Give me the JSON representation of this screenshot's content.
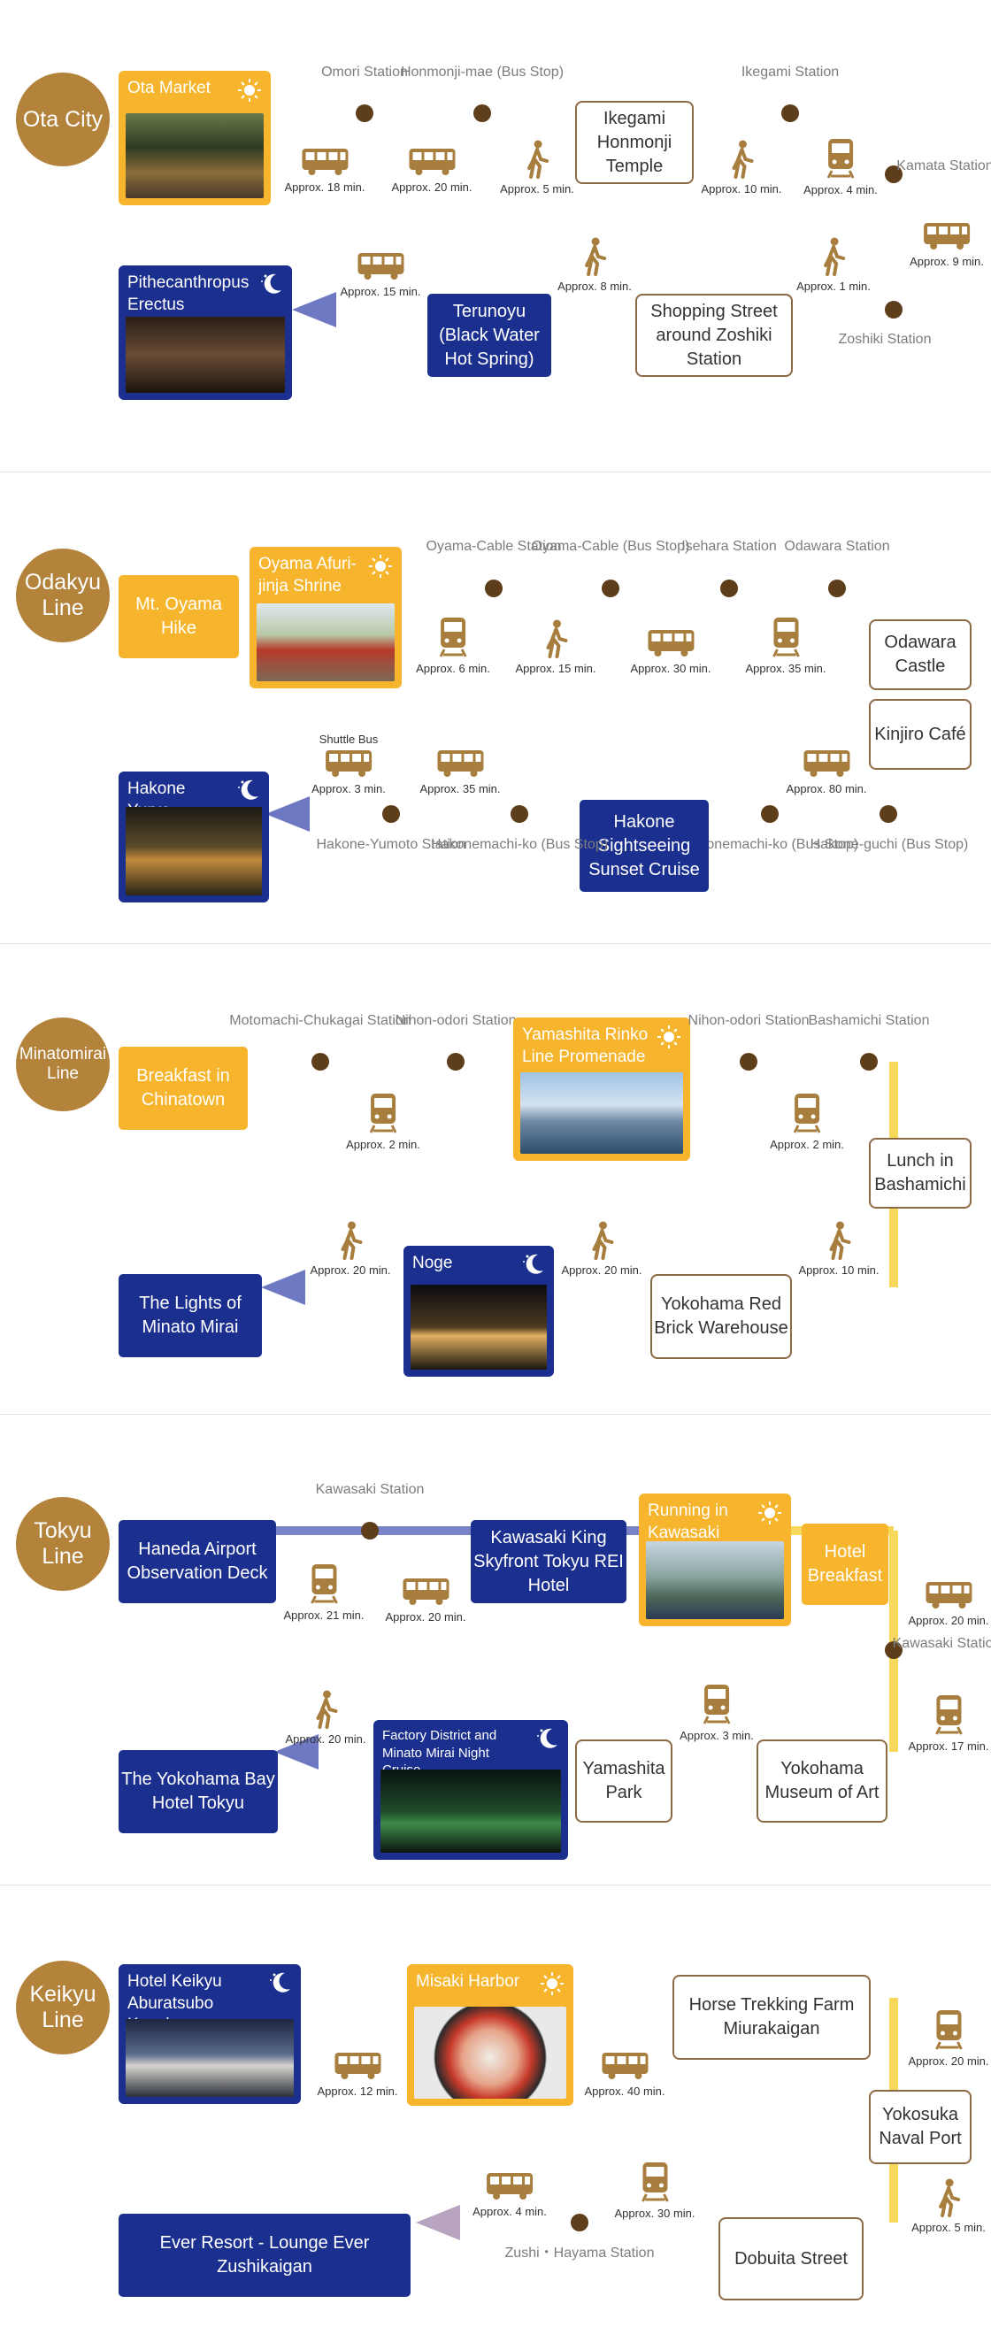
{
  "colors": {
    "navy": "#1b2f8e",
    "yellow": "#f6b52d",
    "brown": "#b3833c",
    "dot": "#5e3d1b",
    "route_yellow": "#f7d85a",
    "route_blue": "#7a83c6"
  },
  "ota": {
    "line": "Ota City",
    "spots": {
      "ota_market": "Ota Market",
      "ikegami": "Ikegami Honmonji Temple",
      "shopping": "Shopping Street around Zoshiki Station",
      "terunoyu": "Terunoyu (Black Water Hot Spring)",
      "pithe": "Pithecanthropus Erectus"
    },
    "stations": {
      "omori": "Omori Station",
      "honmonji": "Honmonji-mae (Bus Stop)",
      "ikegami_st": "Ikegami Station",
      "kamata": "Kamata Station",
      "zoshiki": "Zoshiki Station"
    },
    "times": {
      "t1": "Approx. 18 min.",
      "t2": "Approx. 20 min.",
      "t3": "Approx. 5 min.",
      "t4": "Approx. 10 min.",
      "t5": "Approx. 4 min.",
      "t6": "Approx. 9 min.",
      "t7": "Approx. 1 min.",
      "t8": "Approx. 8 min.",
      "t9": "Approx. 15 min."
    }
  },
  "odakyu": {
    "line": "Odakyu Line",
    "spots": {
      "hike": "Mt. Oyama Hike",
      "shrine": "Oyama Afuri-jinja Shrine",
      "castle": "Odawara Castle",
      "kinjiro": "Kinjiro Café",
      "cruise": "Hakone Sightseeing Sunset Cruise",
      "yuryo": "Hakone Yuryo"
    },
    "stations": {
      "cable_st": "Oyama-Cable Station",
      "cable_bus": "Oyama-Cable (Bus Stop)",
      "isehara": "Isehara Station",
      "odawara": "Odawara Station",
      "hakoneguchi": "Hakone-guchi (Bus Stop)",
      "hakonemachi2": "Hakonemachi-ko (Bus Stop)",
      "hakonemachi1": "Hakonemachi-ko (Bus Stop)",
      "yumoto": "Hakone-Yumoto Station"
    },
    "times": {
      "t1": "Approx. 6 min.",
      "t2": "Approx. 15 min.",
      "t3": "Approx. 30 min.",
      "t4": "Approx. 35 min.",
      "t5": "Approx. 80 min.",
      "t6": "Approx. 35 min.",
      "t7": "Approx. 3 min."
    },
    "shuttle": "Shuttle Bus"
  },
  "minatomirai": {
    "line": "Minatomirai Line",
    "spots": {
      "breakfast": "Breakfast in Chinatown",
      "rinko": "Yamashita Rinko Line Promenade",
      "lunch": "Lunch in Bashamichi",
      "redbrick": "Yokohama Red Brick Warehouse",
      "noge": "Noge",
      "lights": "The Lights of Minato Mirai"
    },
    "stations": {
      "motomachi": "Motomachi-Chukagai Station",
      "nihon1": "Nihon-odori Station",
      "nihon2": "Nihon-odori Station",
      "bashamichi": "Bashamichi Station"
    },
    "times": {
      "t1": "Approx. 2 min.",
      "t2": "Approx. 2 min.",
      "t3": "Approx. 10 min.",
      "t4": "Approx. 20 min.",
      "t5": "Approx. 20 min."
    }
  },
  "tokyu": {
    "line": "Tokyu Line",
    "spots": {
      "haneda": "Haneda Airport Observation Deck",
      "kingsky": "Kawasaki King Skyfront Tokyu REI Hotel",
      "running": "Running in Kawasaki",
      "hotelbf": "Hotel Breakfast",
      "museum": "Yokohama Museum of Art",
      "yamashita": "Yamashita Park",
      "factory": "Factory District and Minato Mirai Night Cruise",
      "baytokyu": "The Yokohama Bay Hotel Tokyu"
    },
    "stations": {
      "kawasaki1": "Kawasaki Station",
      "kawasaki2": "Kawasaki Station"
    },
    "times": {
      "t1": "Approx. 21 min.",
      "t2": "Approx. 20 min.",
      "t3": "Approx. 20 min.",
      "t4": "Approx. 17 min.",
      "t5": "Approx. 3 min.",
      "t6": "Approx. 20 min."
    }
  },
  "keikyu": {
    "line": "Keikyu Line",
    "spots": {
      "abura": "Hotel Keikyu Aburatsubo Kanchoso",
      "misaki": "Misaki Harbor",
      "horse": "Horse Trekking Farm Miurakaigan",
      "naval": "Yokosuka Naval Port",
      "dobuita": "Dobuita Street",
      "ever": "Ever Resort - Lounge Ever Zushikaigan"
    },
    "stations": {
      "zushi": "Zushi・Hayama Station"
    },
    "times": {
      "t1": "Approx. 12 min.",
      "t2": "Approx. 40 min.",
      "t3": "Approx. 20 min.",
      "t4": "Approx. 5 min.",
      "t5": "Approx. 30 min.",
      "t6": "Approx. 4 min."
    }
  }
}
